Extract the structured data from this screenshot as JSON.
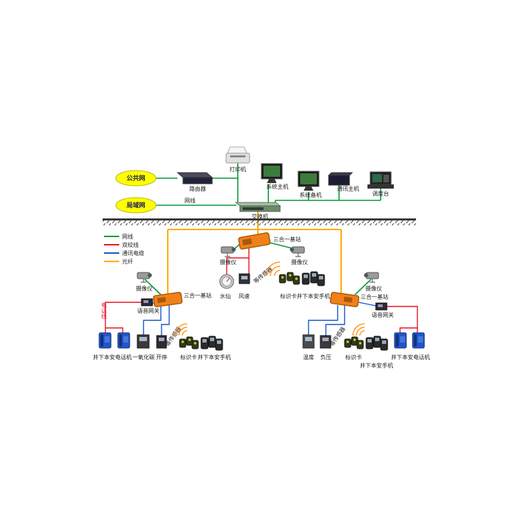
{
  "legend": {
    "wire": {
      "label": "网线",
      "color": "#009933"
    },
    "twisted": {
      "label": "双绞线",
      "color": "#e81123"
    },
    "comm": {
      "label": "通讯电缆",
      "color": "#1453cc"
    },
    "fiber": {
      "label": "光纤",
      "color": "#ffaa00"
    }
  },
  "surface": {
    "printer": "打印机",
    "public_net": "公共网",
    "router": "路由器",
    "lan": "局域网",
    "netcable": "网线",
    "system_host": "系统主机",
    "system_backup": "系统备机",
    "comm_host": "通讯主机",
    "dispatch": "调度台",
    "switch": "交换机"
  },
  "center": {
    "base": "三合一基站",
    "camera_left": "摄像仪",
    "camera_right": "摄像仪",
    "water": "水仙",
    "wind": "风速",
    "sensors_etc": "等传感器",
    "card": "标识卡",
    "handset": "井下本安手机"
  },
  "left": {
    "camera": "摄像仪",
    "base": "三合一基站",
    "gateway": "语音网关",
    "phone_line": "电话线",
    "telephone": "井下本安电话机",
    "co": "一氧化碳",
    "onoff": "开停",
    "sensors_etc": "等传感器",
    "card": "标识卡",
    "handset": "井下本安手机"
  },
  "right": {
    "camera": "摄像仪",
    "base": "三合一基站",
    "gateway": "语音网关",
    "temperature": "温度",
    "pressure": "负压",
    "sensors_etc": "等传感器",
    "card": "标识卡",
    "handset": "井下本安手机",
    "telephone": "井下本安电话机"
  }
}
